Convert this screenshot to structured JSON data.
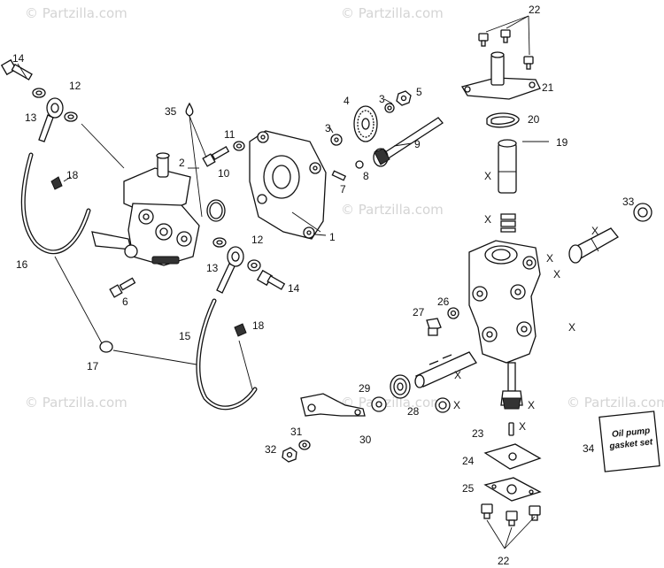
{
  "watermark": "© Partzilla.com",
  "kit_label": [
    "Oil pump",
    "gasket set"
  ],
  "callouts": [
    {
      "id": "c1",
      "text": "1"
    },
    {
      "id": "c2",
      "text": "2"
    },
    {
      "id": "c3a",
      "text": "3"
    },
    {
      "id": "c3b",
      "text": "3"
    },
    {
      "id": "c4",
      "text": "4"
    },
    {
      "id": "c5",
      "text": "5"
    },
    {
      "id": "c6",
      "text": "6"
    },
    {
      "id": "c7",
      "text": "7"
    },
    {
      "id": "c8",
      "text": "8"
    },
    {
      "id": "c9",
      "text": "9"
    },
    {
      "id": "c10",
      "text": "10"
    },
    {
      "id": "c11",
      "text": "11"
    },
    {
      "id": "c12a",
      "text": "12"
    },
    {
      "id": "c12b",
      "text": "12"
    },
    {
      "id": "c13a",
      "text": "13"
    },
    {
      "id": "c13b",
      "text": "13"
    },
    {
      "id": "c14a",
      "text": "14"
    },
    {
      "id": "c14b",
      "text": "14"
    },
    {
      "id": "c15",
      "text": "15"
    },
    {
      "id": "c16",
      "text": "16"
    },
    {
      "id": "c17",
      "text": "17"
    },
    {
      "id": "c18a",
      "text": "18"
    },
    {
      "id": "c18b",
      "text": "18"
    },
    {
      "id": "c19",
      "text": "19"
    },
    {
      "id": "c20",
      "text": "20"
    },
    {
      "id": "c21",
      "text": "21"
    },
    {
      "id": "c22a",
      "text": "22"
    },
    {
      "id": "c22b",
      "text": "22"
    },
    {
      "id": "c23",
      "text": "23"
    },
    {
      "id": "c24",
      "text": "24"
    },
    {
      "id": "c25",
      "text": "25"
    },
    {
      "id": "c26",
      "text": "26"
    },
    {
      "id": "c27",
      "text": "27"
    },
    {
      "id": "c28",
      "text": "28"
    },
    {
      "id": "c29",
      "text": "29"
    },
    {
      "id": "c30",
      "text": "30"
    },
    {
      "id": "c31",
      "text": "31"
    },
    {
      "id": "c32",
      "text": "32"
    },
    {
      "id": "c33",
      "text": "33"
    },
    {
      "id": "c34",
      "text": "34"
    },
    {
      "id": "c35",
      "text": "35"
    },
    {
      "id": "x1",
      "text": "X"
    },
    {
      "id": "x2",
      "text": "X"
    },
    {
      "id": "x3",
      "text": "X"
    },
    {
      "id": "x4",
      "text": "X"
    },
    {
      "id": "x5",
      "text": "X"
    },
    {
      "id": "x6",
      "text": "X"
    },
    {
      "id": "x7",
      "text": "X"
    },
    {
      "id": "x8",
      "text": "X"
    },
    {
      "id": "x9",
      "text": "X"
    },
    {
      "id": "x10",
      "text": "X"
    }
  ]
}
